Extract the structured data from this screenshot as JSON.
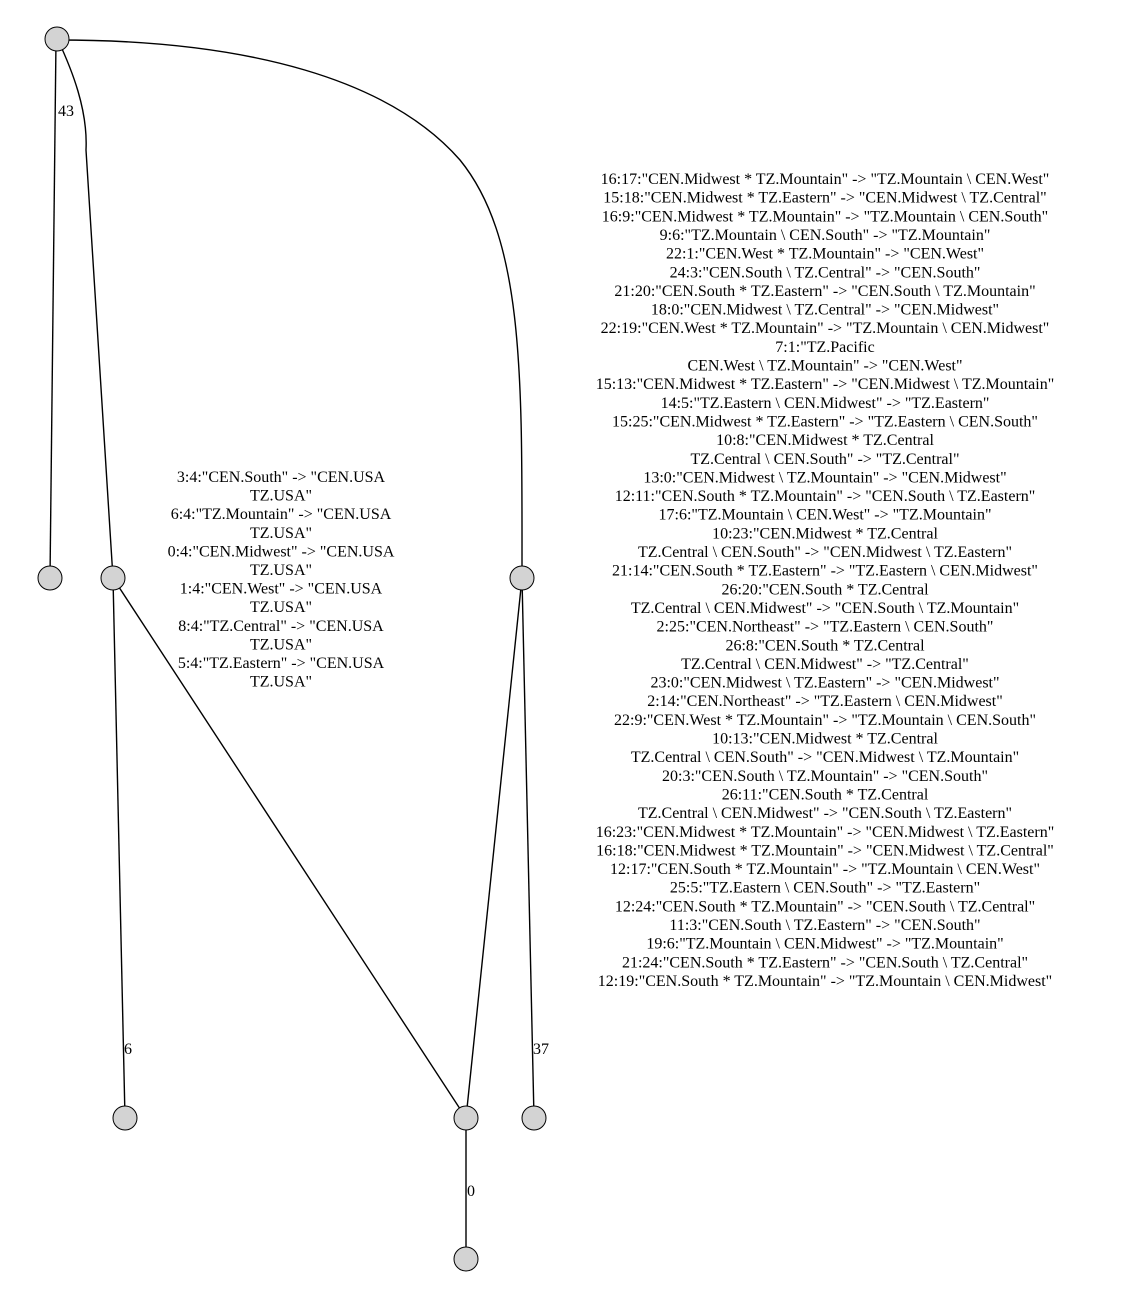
{
  "colors": {
    "node_fill": "#d3d3d3",
    "edge": "#000000",
    "highlight_edge": "#cc0000"
  },
  "edges": {
    "e43": {
      "label": "43"
    },
    "e6": {
      "label": "6"
    },
    "e0": {
      "label": "0"
    },
    "e37": {
      "label": "37"
    },
    "middle_lines": [
      "3:4:\"CEN.South\" -> \"CEN.USA",
      "TZ.USA\"",
      "6:4:\"TZ.Mountain\" -> \"CEN.USA",
      "TZ.USA\"",
      "0:4:\"CEN.Midwest\" -> \"CEN.USA",
      "TZ.USA\"",
      "1:4:\"CEN.West\" -> \"CEN.USA",
      "TZ.USA\"",
      "8:4:\"TZ.Central\" -> \"CEN.USA",
      "TZ.USA\"",
      "5:4:\"TZ.Eastern\" -> \"CEN.USA",
      "TZ.USA\""
    ],
    "right_lines": [
      "16:17:\"CEN.Midwest * TZ.Mountain\" -> \"TZ.Mountain \\ CEN.West\"",
      "15:18:\"CEN.Midwest * TZ.Eastern\" -> \"CEN.Midwest \\ TZ.Central\"",
      "16:9:\"CEN.Midwest * TZ.Mountain\" -> \"TZ.Mountain \\ CEN.South\"",
      "9:6:\"TZ.Mountain \\ CEN.South\" -> \"TZ.Mountain\"",
      "22:1:\"CEN.West * TZ.Mountain\" -> \"CEN.West\"",
      "24:3:\"CEN.South \\ TZ.Central\" -> \"CEN.South\"",
      "21:20:\"CEN.South * TZ.Eastern\" -> \"CEN.South \\ TZ.Mountain\"",
      "18:0:\"CEN.Midwest \\ TZ.Central\" -> \"CEN.Midwest\"",
      "22:19:\"CEN.West * TZ.Mountain\" -> \"TZ.Mountain \\ CEN.Midwest\"",
      "7:1:\"TZ.Pacific",
      "CEN.West \\ TZ.Mountain\" -> \"CEN.West\"",
      "15:13:\"CEN.Midwest * TZ.Eastern\" -> \"CEN.Midwest \\ TZ.Mountain\"",
      "14:5:\"TZ.Eastern \\ CEN.Midwest\" -> \"TZ.Eastern\"",
      "15:25:\"CEN.Midwest * TZ.Eastern\" -> \"TZ.Eastern \\ CEN.South\"",
      "10:8:\"CEN.Midwest * TZ.Central",
      "TZ.Central \\ CEN.South\" -> \"TZ.Central\"",
      "13:0:\"CEN.Midwest \\ TZ.Mountain\" -> \"CEN.Midwest\"",
      "12:11:\"CEN.South * TZ.Mountain\" -> \"CEN.South \\ TZ.Eastern\"",
      "17:6:\"TZ.Mountain \\ CEN.West\" -> \"TZ.Mountain\"",
      "10:23:\"CEN.Midwest * TZ.Central",
      "TZ.Central \\ CEN.South\" -> \"CEN.Midwest \\ TZ.Eastern\"",
      "21:14:\"CEN.South * TZ.Eastern\" -> \"TZ.Eastern \\ CEN.Midwest\"",
      "26:20:\"CEN.South * TZ.Central",
      "TZ.Central \\ CEN.Midwest\" -> \"CEN.South \\ TZ.Mountain\"",
      "2:25:\"CEN.Northeast\" -> \"TZ.Eastern \\ CEN.South\"",
      "26:8:\"CEN.South * TZ.Central",
      "TZ.Central \\ CEN.Midwest\" -> \"TZ.Central\"",
      "23:0:\"CEN.Midwest \\ TZ.Eastern\" -> \"CEN.Midwest\"",
      "2:14:\"CEN.Northeast\" -> \"TZ.Eastern \\ CEN.Midwest\"",
      "22:9:\"CEN.West * TZ.Mountain\" -> \"TZ.Mountain \\ CEN.South\"",
      "10:13:\"CEN.Midwest * TZ.Central",
      "TZ.Central \\ CEN.South\" -> \"CEN.Midwest \\ TZ.Mountain\"",
      "20:3:\"CEN.South \\ TZ.Mountain\" -> \"CEN.South\"",
      "26:11:\"CEN.South * TZ.Central",
      "TZ.Central \\ CEN.Midwest\" -> \"CEN.South \\ TZ.Eastern\"",
      "16:23:\"CEN.Midwest * TZ.Mountain\" -> \"CEN.Midwest \\ TZ.Eastern\"",
      "16:18:\"CEN.Midwest * TZ.Mountain\" -> \"CEN.Midwest \\ TZ.Central\"",
      "12:17:\"CEN.South * TZ.Mountain\" -> \"TZ.Mountain \\ CEN.West\"",
      "25:5:\"TZ.Eastern \\ CEN.South\" -> \"TZ.Eastern\"",
      "12:24:\"CEN.South * TZ.Mountain\" -> \"CEN.South \\ TZ.Central\"",
      "11:3:\"CEN.South \\ TZ.Eastern\" -> \"CEN.South\"",
      "19:6:\"TZ.Mountain \\ CEN.Midwest\" -> \"TZ.Mountain\"",
      "21:24:\"CEN.South * TZ.Eastern\" -> \"CEN.South \\ TZ.Central\"",
      "12:19:\"CEN.South * TZ.Mountain\" -> \"TZ.Mountain \\ CEN.Midwest\""
    ]
  }
}
